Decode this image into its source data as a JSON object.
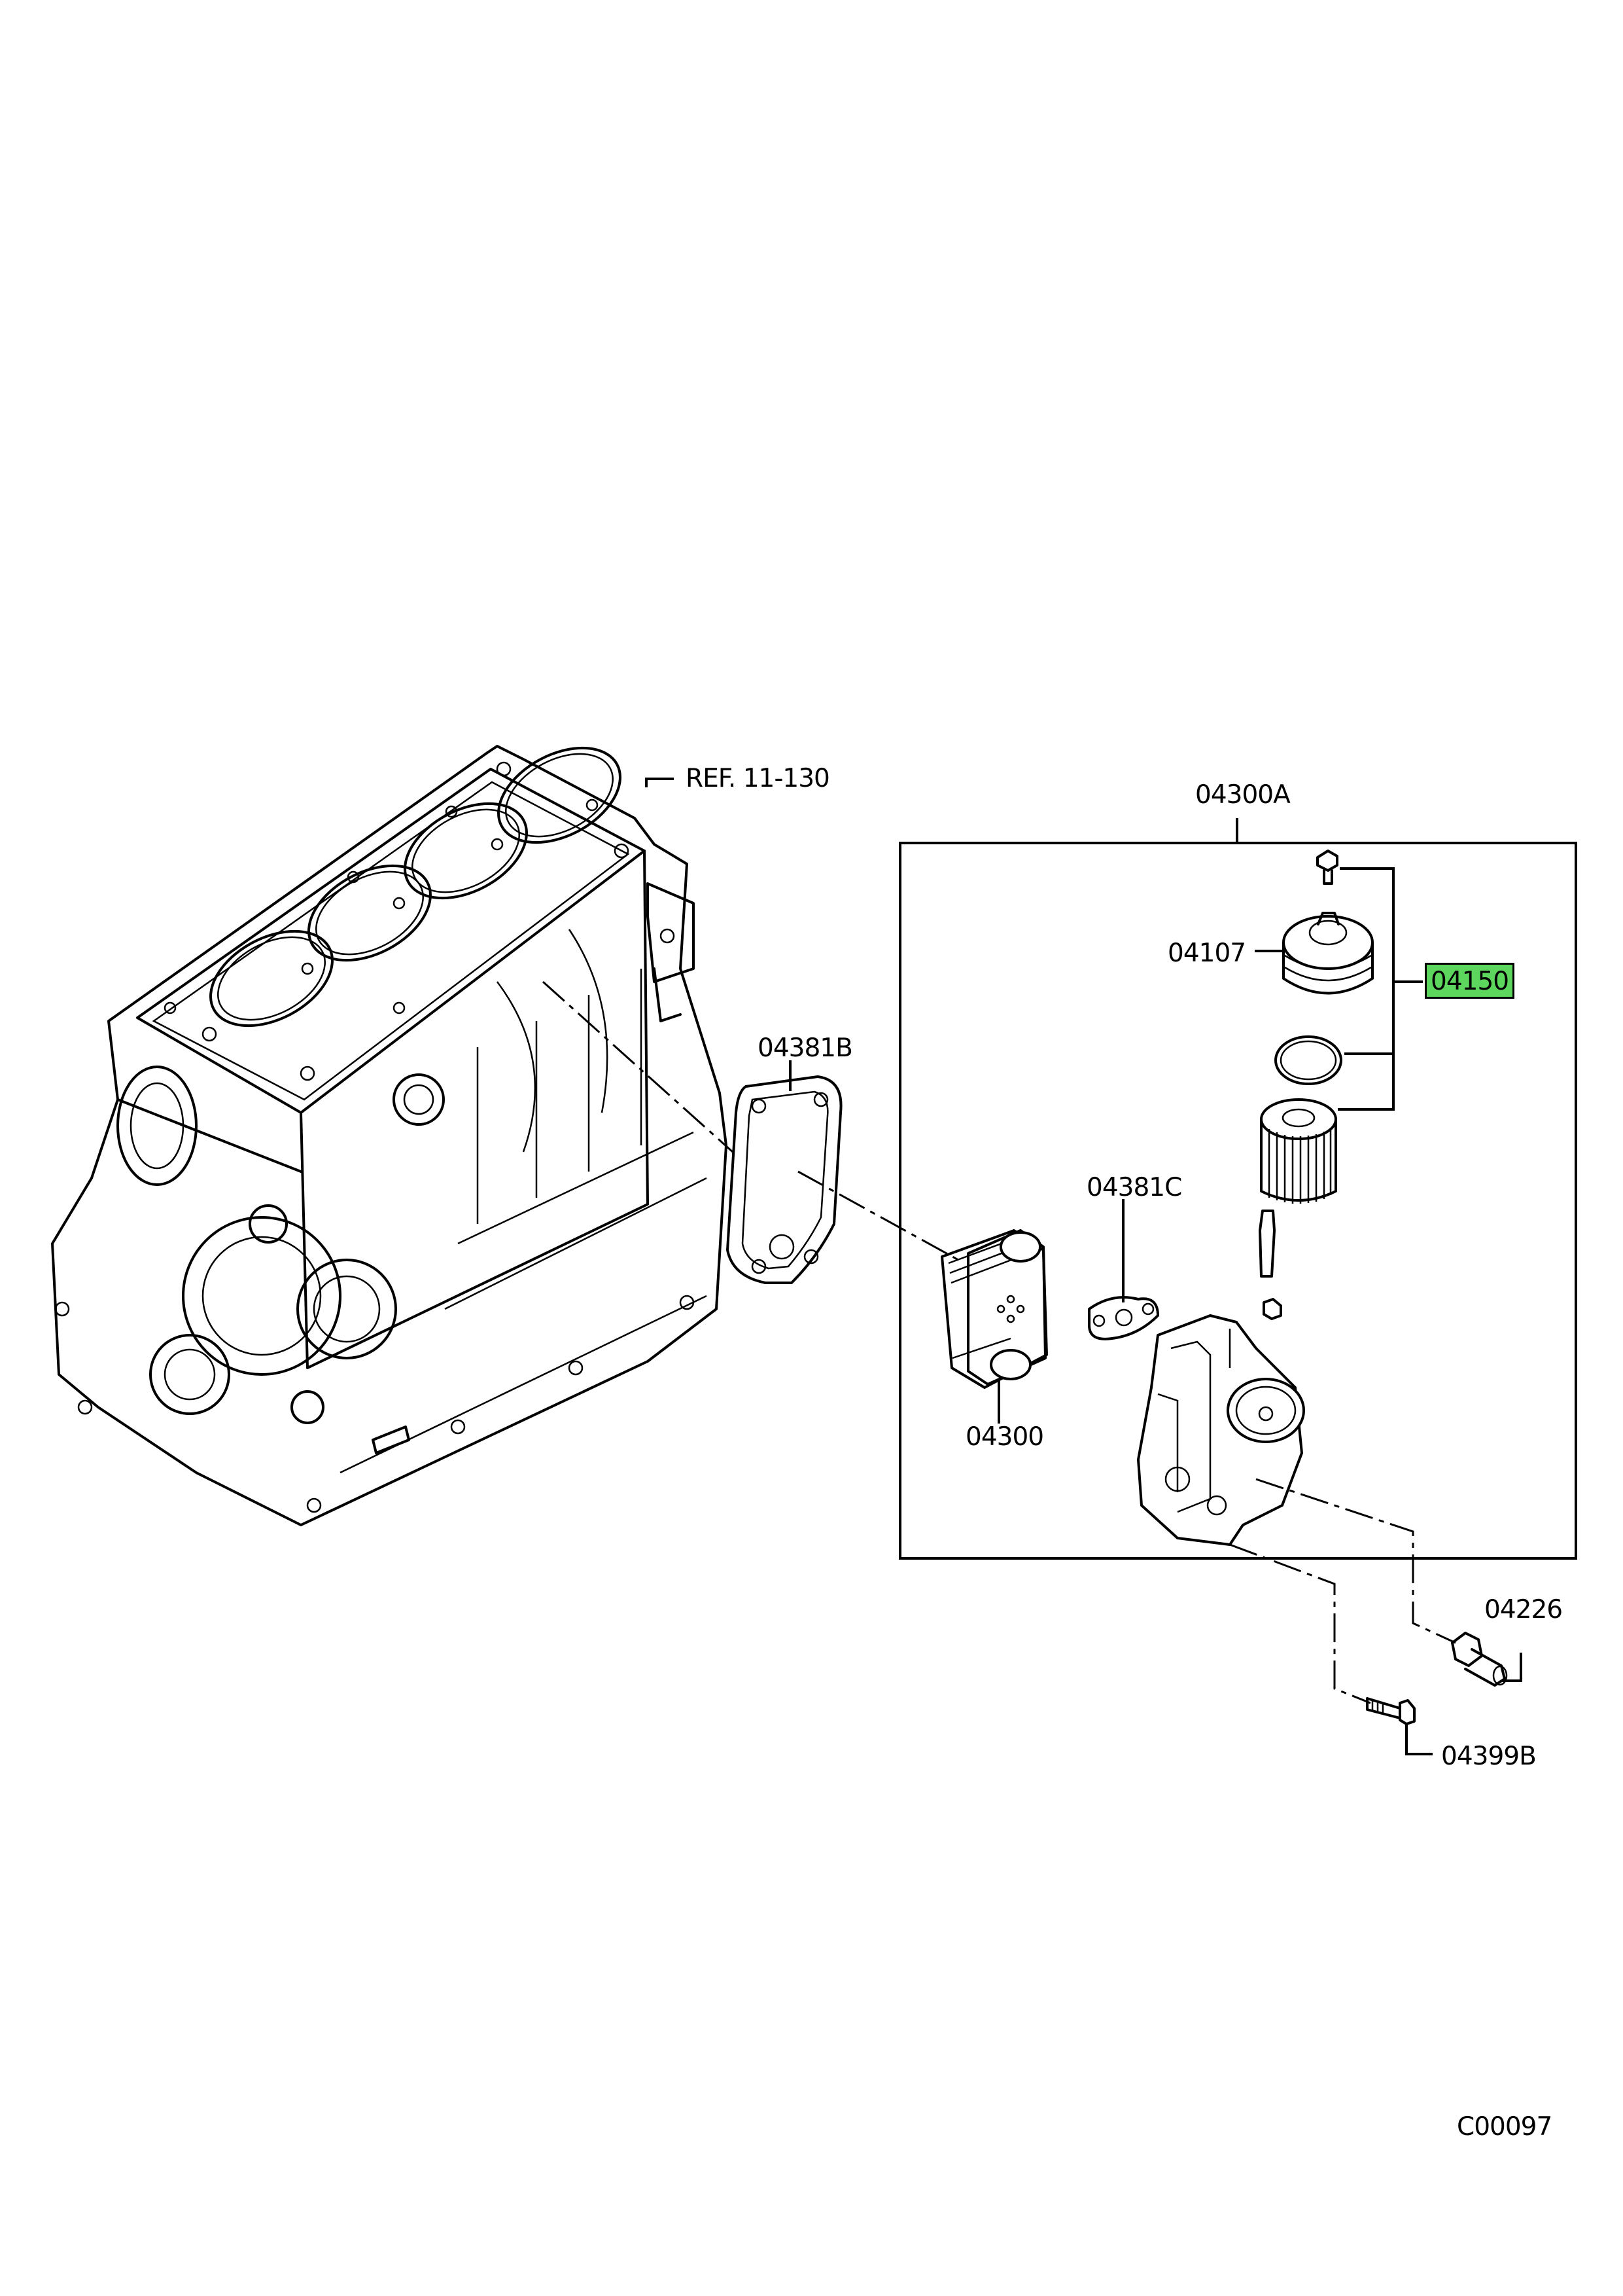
{
  "labels": {
    "ref": "REF. 11-130",
    "assembly": "04300A",
    "cap": "04107",
    "kit": "04150",
    "gasket_b": "04381B",
    "gasket_c": "04381C",
    "cooler": "04300",
    "plug": "04226",
    "bolt": "04399B",
    "page_code": "C00097"
  },
  "highlight_color": "#5cd65c"
}
